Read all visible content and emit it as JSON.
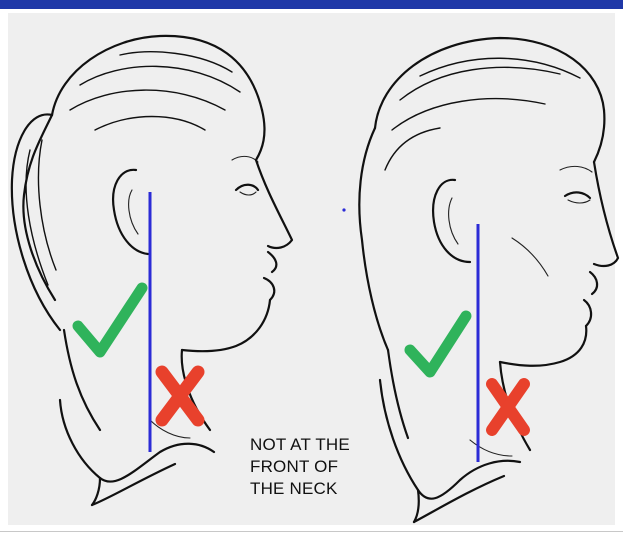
{
  "caption": {
    "lines": [
      "NOT AT THE",
      "FRONT OF",
      "THE NECK"
    ]
  },
  "colors": {
    "top_bar": "#1f38a8",
    "guide_line": "#2b2bd6",
    "check": "#2fb35b",
    "cross": "#e8412c",
    "background": "#efefef"
  },
  "figures": [
    {
      "name": "woman-profile",
      "check_icon": "check-icon",
      "cross_icon": "cross-icon"
    },
    {
      "name": "man-profile",
      "check_icon": "check-icon",
      "cross_icon": "cross-icon"
    }
  ]
}
